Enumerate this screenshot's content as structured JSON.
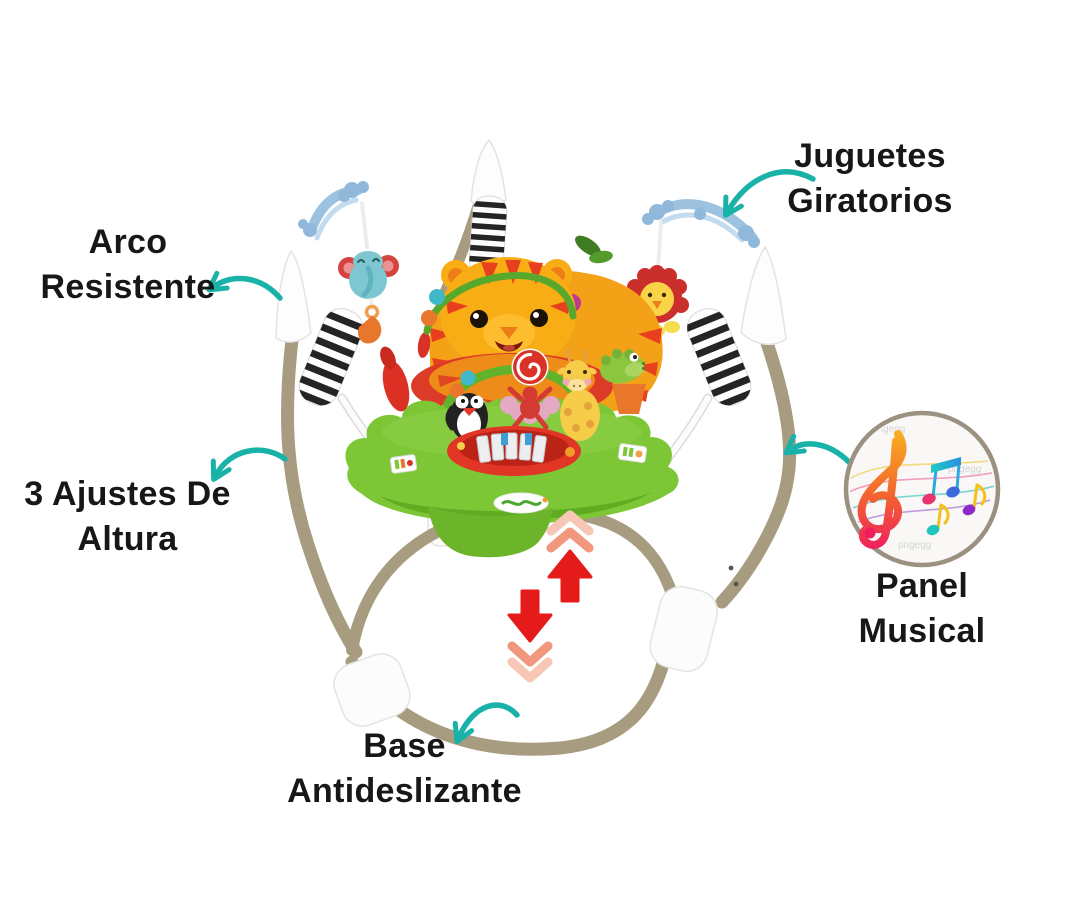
{
  "infographic": {
    "subject": "baby activity jumper",
    "background": "#ffffff"
  },
  "labels": {
    "juguetes": {
      "line1": "Juguetes",
      "line2": "Giratorios"
    },
    "arco": {
      "line1": "Arco",
      "line2": "Resistente"
    },
    "ajustes": {
      "line1": "3 Ajustes De",
      "line2": "Altura"
    },
    "panel": {
      "line1": "Panel",
      "line2": "Musical"
    },
    "base": {
      "line1": "Base",
      "line2": "Antideslizante"
    }
  },
  "music_badge": {
    "watermark": "pngegg",
    "border_color": "#9a9181",
    "clef_gradient": [
      "#f9b321",
      "#ee1f5e"
    ]
  },
  "colors": {
    "accent_teal": "#18b2a9",
    "arrow_red": "#e51a1a",
    "arrow_red_fade1": "#f0977d",
    "arrow_red_fade2": "#f8c6b4",
    "frame_beige": "#a89c80",
    "tray_green": "#7dc636",
    "seat_orange": "#f6a81c",
    "stripe_red": "#e8401f",
    "toybar_blue": "#9cc2e0",
    "text": "#171717"
  }
}
